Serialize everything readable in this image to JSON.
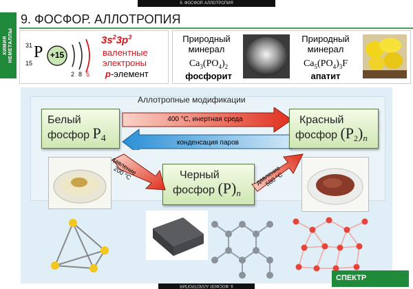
{
  "header": {
    "topbar_label": "9. ФОСФОР. АЛЛОТРОПИЯ",
    "bottombar_label": "9. ФОСФОР. АЛЛОТРОПИЯ",
    "sidebar_line1": "ХИМИЯ",
    "sidebar_line2": "НЕМЕТАЛЛЫ",
    "title": "9. ФОСФОР.  АЛЛОТРОПИЯ"
  },
  "atom": {
    "mass": "31",
    "number": "15",
    "symbol": "P",
    "nucleus": "+15",
    "shells": [
      "2",
      "8",
      "5"
    ],
    "config_part1": "3s",
    "config_sup1": "2",
    "config_part2": "3p",
    "config_sup2": "3",
    "valence_line1": "валентные",
    "valence_line2": "электроны",
    "element_type_prefix": "p",
    "element_type_suffix": "-элемент"
  },
  "minerals": [
    {
      "label_line1": "Природный",
      "label_line2": "минерал",
      "formula": "Ca3(PO4)2",
      "name": "фосфорит"
    },
    {
      "label_line1": "Природный",
      "label_line2": "минерал",
      "formula": "Ca5(PO4)3F",
      "name": "апатит"
    }
  ],
  "modifications": {
    "heading": "Аллотропные модификации",
    "white_line1": "Белый",
    "white_line2": "фосфор",
    "white_formula": "P",
    "white_sub": "4",
    "red_line1": "Красный",
    "red_line2": "фосфор",
    "red_formula": "(P",
    "red_sub": "2",
    "red_close": ")",
    "red_n": "n",
    "black_line1": "Черный",
    "black_line2": "фосфор",
    "black_formula": "(P)",
    "black_n": "n",
    "arrow_forward": "400 °C, инертная среда",
    "arrow_back": "конденсация паров",
    "pressure_left_line1": "давление",
    "pressure_left_line2": "200 °C",
    "pressure_right_line1": "давление",
    "pressure_right_line2": "580 °C"
  },
  "footer": {
    "publisher": "СПЕКТР"
  },
  "colors": {
    "accent_green": "#1f8a3a",
    "arrow_red": "#e0301e",
    "arrow_blue": "#2a8fd6",
    "text_red": "#d8141b"
  }
}
